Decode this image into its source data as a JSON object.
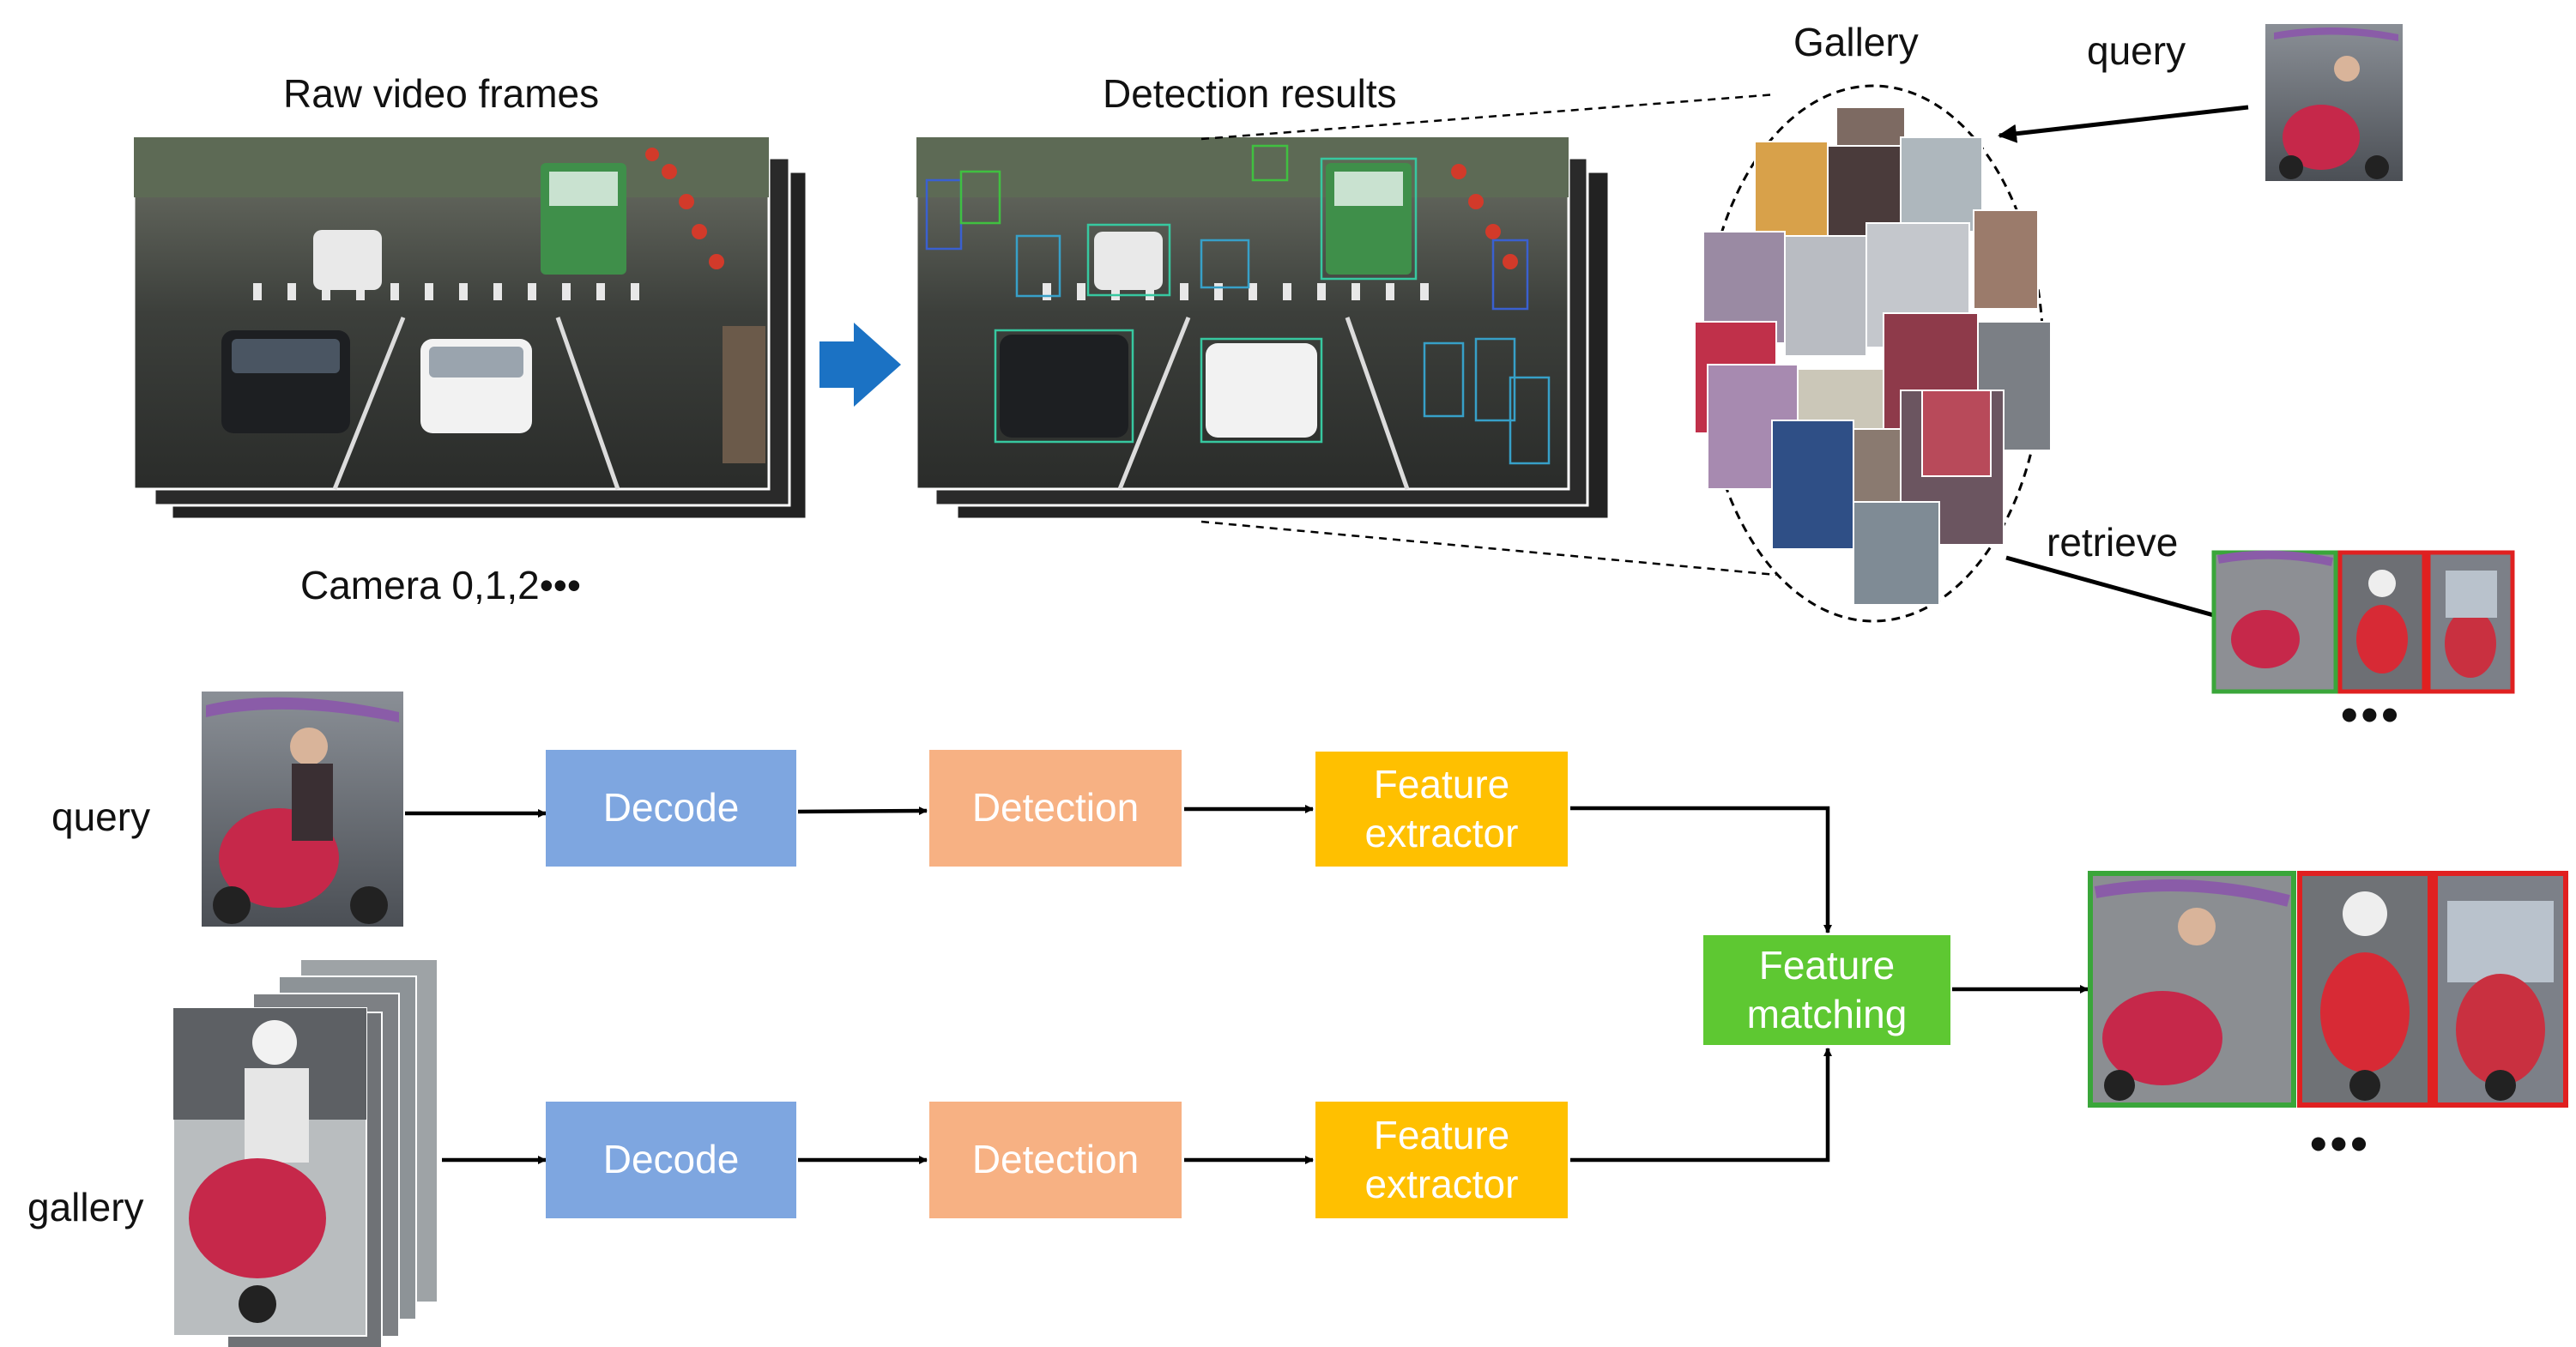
{
  "top": {
    "raw_title": "Raw video frames",
    "detection_title": "Detection results",
    "gallery_title": "Gallery",
    "query_label": "query",
    "camera_label": "Camera 0,1,2•••",
    "retrieve_label": "retrieve",
    "retrieve_more": "•••"
  },
  "bottom": {
    "query_label": "query",
    "gallery_label": "gallery",
    "decode_label": "Decode",
    "detection_label": "Detection",
    "feature_extractor_line1": "Feature",
    "feature_extractor_line2": "extractor",
    "feature_matching_line1": "Feature",
    "feature_matching_line2": "matching",
    "result_more": "•••"
  },
  "colors": {
    "decode": "#7ea6e0",
    "detection": "#f7b183",
    "feature_extractor": "#ffc000",
    "feature_matching": "#5ec832",
    "match_green": "#3aa63a",
    "mismatch_red": "#e02020",
    "arrow_blue": "#1b72c4"
  }
}
